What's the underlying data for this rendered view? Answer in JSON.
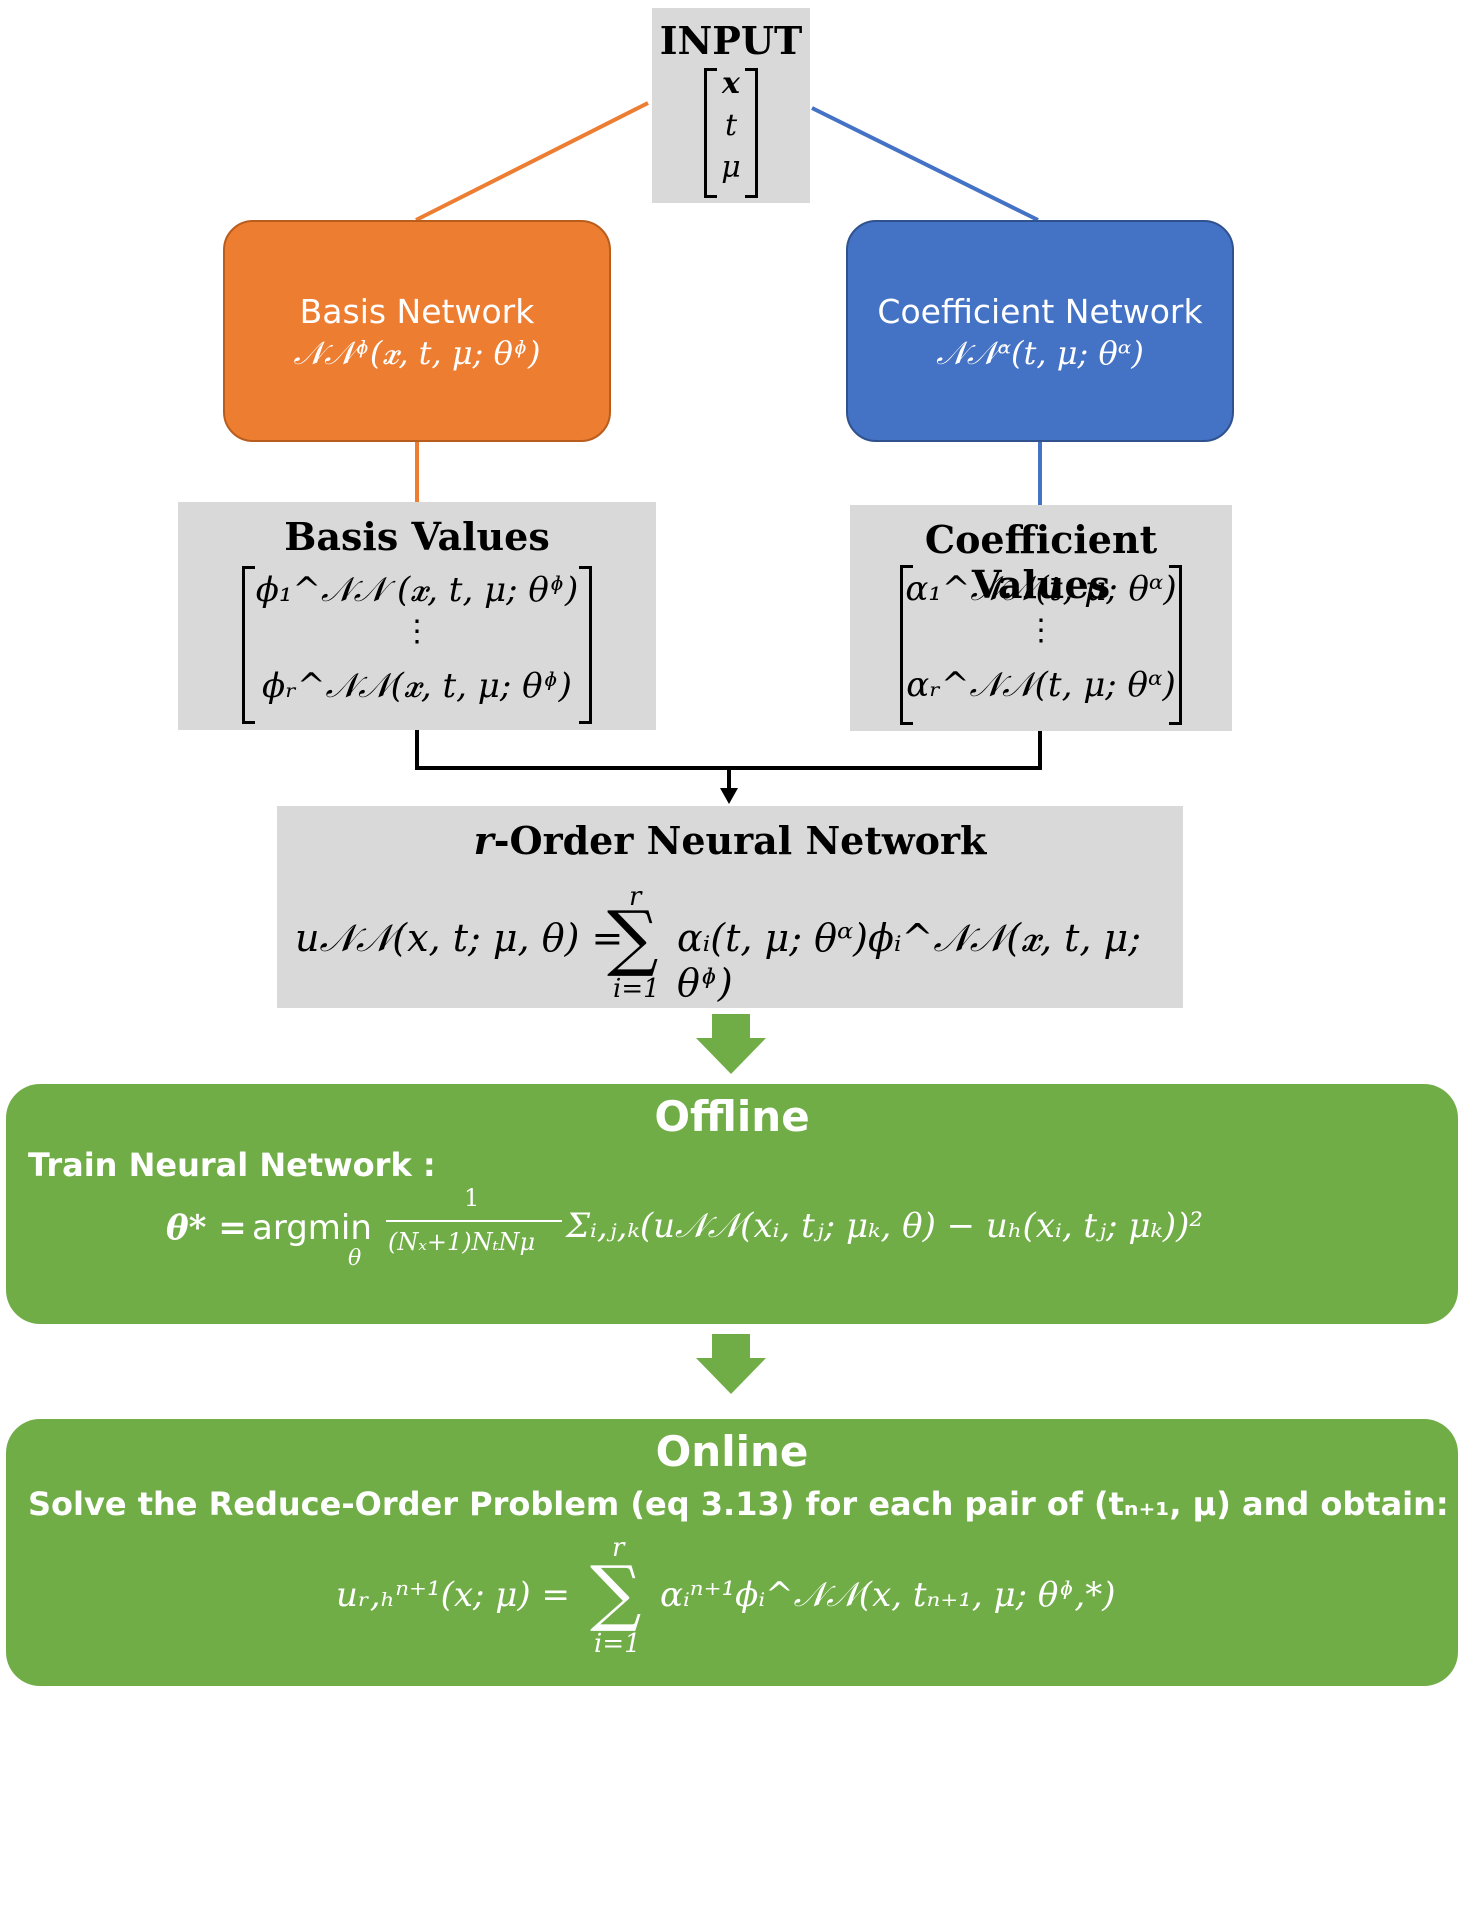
{
  "input": {
    "title": "INPUT",
    "vector": [
      "x",
      "t",
      "μ"
    ]
  },
  "basis_network": {
    "title": "Basis Network",
    "formula": "𝒩𝒩ᶲ(𝒙, t, μ; θᶲ)",
    "color": "#ed7d31"
  },
  "coefficient_network": {
    "title": "Coefficient Network",
    "formula": "𝒩𝒩ᵅ(t, μ; θᵅ)",
    "color": "#4472c4"
  },
  "basis_values": {
    "title": "Basis Values",
    "row1": "ϕ₁^𝒩𝒩 (𝒙, t, μ; θᶲ)",
    "dots": "⋮",
    "row_r": "ϕᵣ^𝒩𝒩(𝒙, t, μ; θᶲ)"
  },
  "coefficient_values": {
    "title": "Coefficient Values",
    "row1": "α₁^𝒩𝒩(t, μ; θᵅ)",
    "dots": "⋮",
    "row_r": "αᵣ^𝒩𝒩(t, μ; θᵅ)"
  },
  "r_order": {
    "title_r": "r",
    "title_rest": "-Order Neural Network",
    "lhs": "u𝒩𝒩(x, t; μ, θ) =",
    "sum_upper": "r",
    "sum_lower": "i=1",
    "rhs": "αᵢ(t, μ; θᵅ)ϕᵢ^𝒩𝒩(𝒙, t, μ; θᶲ)"
  },
  "offline": {
    "title": "Offline",
    "subtitle": "Train Neural Network :",
    "theta_star": "θ* =",
    "argmin": "argmin",
    "argmin_sub": "θ",
    "frac_num": "1",
    "frac_den": "(Nₓ+1)NₜNμ",
    "sum_expr": "Σᵢ,ⱼ,ₖ(u𝒩𝒩(xᵢ, tⱼ; μₖ, θ) − uₕ(xᵢ, tⱼ; μₖ))²"
  },
  "online": {
    "title": "Online",
    "subtitle": "Solve the Reduce-Order Problem (eq 3.13) for each pair of (tₙ₊₁, μ) and obtain:",
    "lhs": "uᵣ,ₕⁿ⁺¹(x; μ)  =",
    "sum_upper": "r",
    "sum_lower": "i=1",
    "rhs": "αᵢⁿ⁺¹ϕᵢ^𝒩𝒩(x, tₙ₊₁, μ; θᶲ,*)"
  },
  "colors": {
    "gray_box": "#d9d9d9",
    "green_panel": "#70ad47",
    "green_arrow": "#70ad47",
    "orange_line": "#ed7d31",
    "blue_line": "#4472c4"
  }
}
